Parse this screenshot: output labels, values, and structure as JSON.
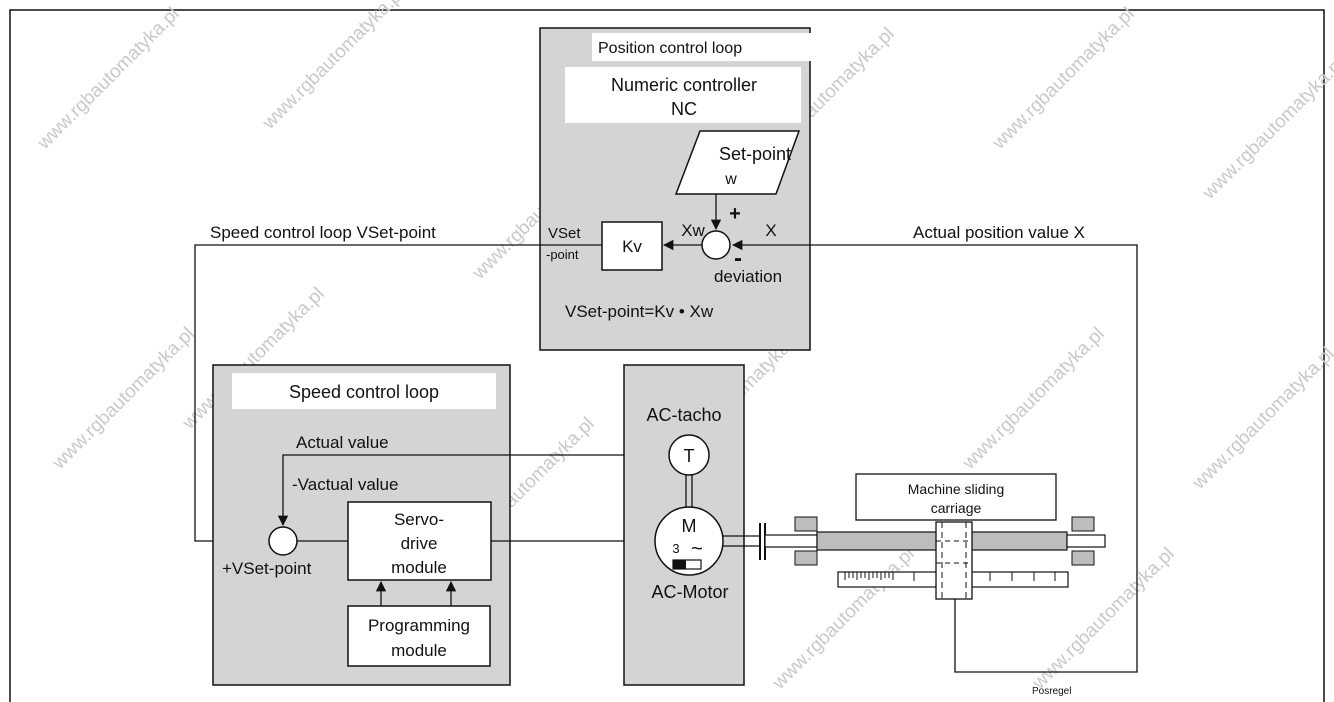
{
  "watermark": "www.rgbautomatyka.pl",
  "colors": {
    "panel": "#d4d4d4",
    "line": "#111111",
    "background": "#ffffff"
  },
  "position_loop": {
    "title": "Position control loop",
    "nc_line1": "Numeric controller",
    "nc_line2": "NC",
    "setpoint_label": "Set-point",
    "setpoint_symbol": "w",
    "plus_sign": "+",
    "minus_sign": "-",
    "xw_label": "Xw",
    "x_label": "X",
    "deviation_label": "deviation",
    "vset_line1": "VSet",
    "vset_line2": "-point",
    "kv_label": "Kv",
    "formula": "VSet-point=Kv • Xw"
  },
  "signals": {
    "speed_loop_vsetpoint": "Speed control loop VSet-point",
    "actual_position_value": "Actual position value X"
  },
  "speed_loop": {
    "title": "Speed control loop",
    "actual_value": "Actual value",
    "vactual_value": "-Vactual value",
    "vset_point": "+VSet-point",
    "servo_line1": "Servo-",
    "servo_line2": "drive",
    "servo_line3": "module",
    "prog_line1": "Programming",
    "prog_line2": "module"
  },
  "motor_panel": {
    "tacho_label": "AC-tacho",
    "tacho_symbol": "T",
    "motor_symbol": "M",
    "motor_phase": "3",
    "motor_ac_symbol": "~",
    "motor_label": "AC-Motor"
  },
  "mechanics": {
    "carriage_line1": "Machine sliding",
    "carriage_line2": "carriage",
    "figure_tag": "Posregel"
  }
}
